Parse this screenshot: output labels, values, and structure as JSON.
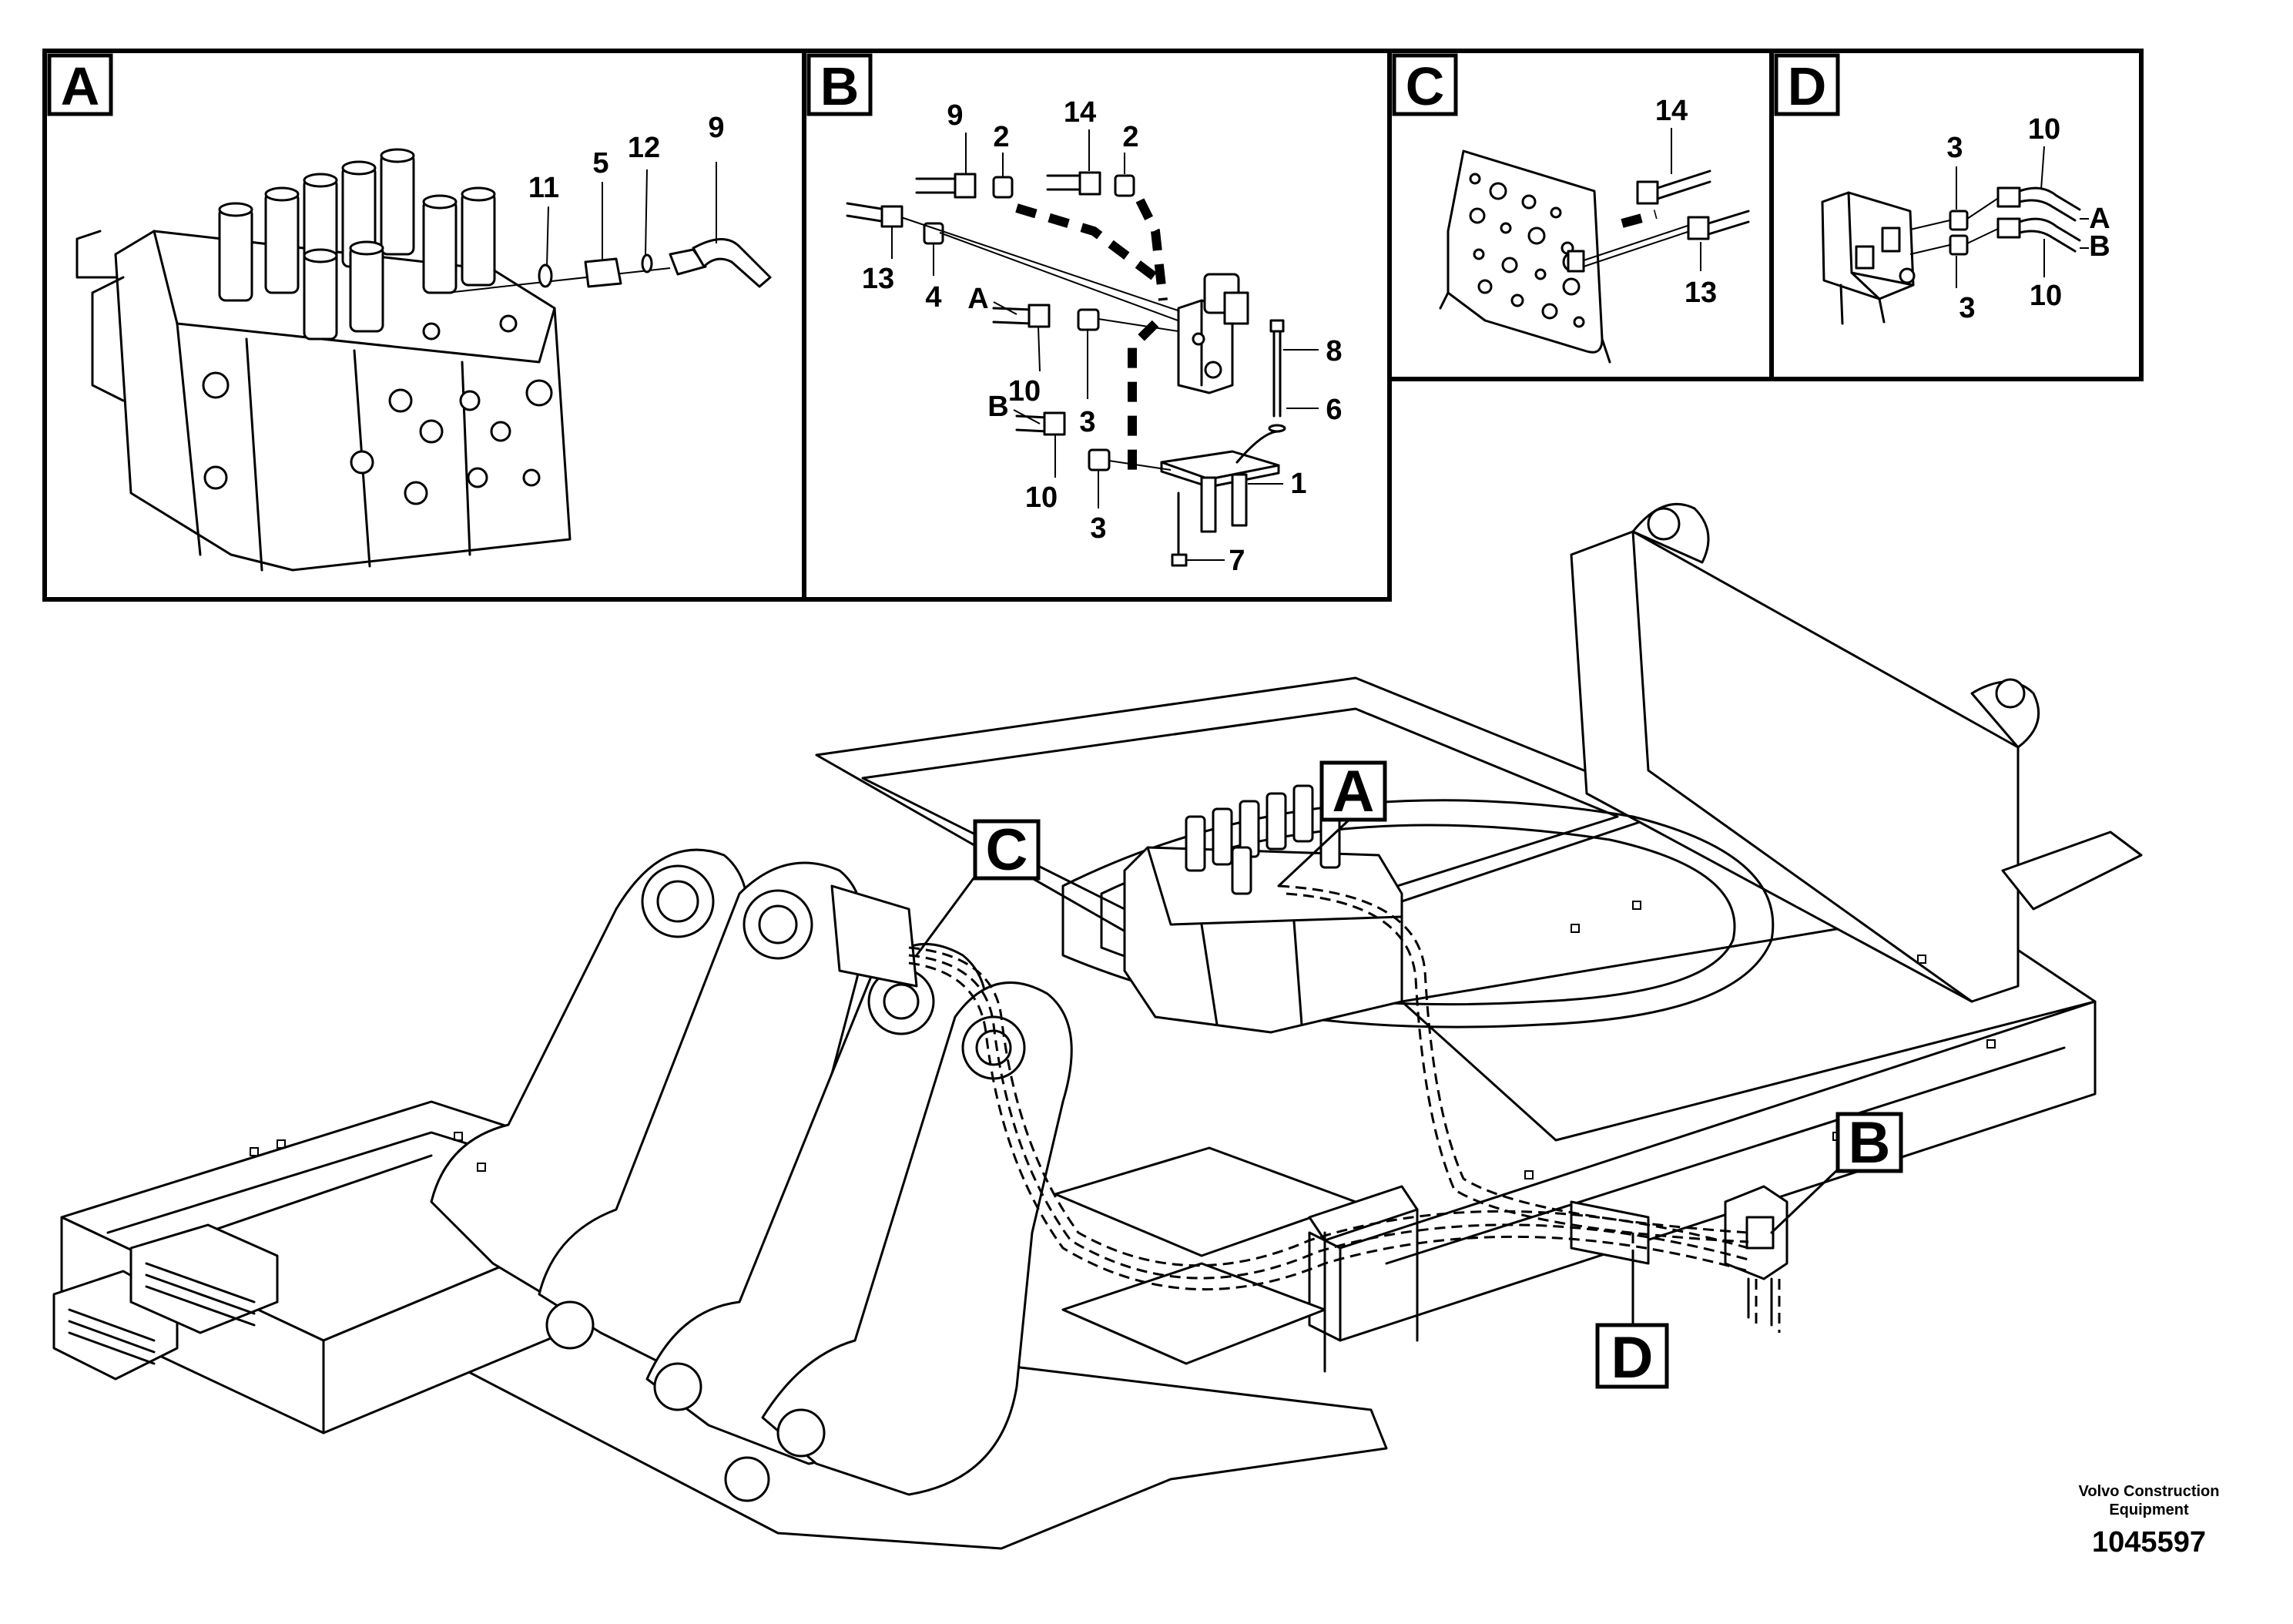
{
  "panels": [
    {
      "id": "A",
      "letter": "A",
      "labels": [
        "11",
        "5",
        "12",
        "9"
      ]
    },
    {
      "id": "B",
      "letter": "B",
      "labels": [
        "9",
        "2",
        "14",
        "2",
        "13",
        "4",
        "A",
        "10",
        "3",
        "8",
        "6",
        "B",
        "10",
        "3",
        "1",
        "7"
      ]
    },
    {
      "id": "C",
      "letter": "C",
      "labels": [
        "14",
        "13"
      ]
    },
    {
      "id": "D",
      "letter": "D",
      "labels": [
        "3",
        "10",
        "A",
        "B",
        "3",
        "10"
      ]
    }
  ],
  "callouts": [
    "A",
    "C",
    "B",
    "D"
  ],
  "footer": {
    "credit_line1": "Volvo Construction",
    "credit_line2": "Equipment",
    "doc_number": "1045597"
  }
}
